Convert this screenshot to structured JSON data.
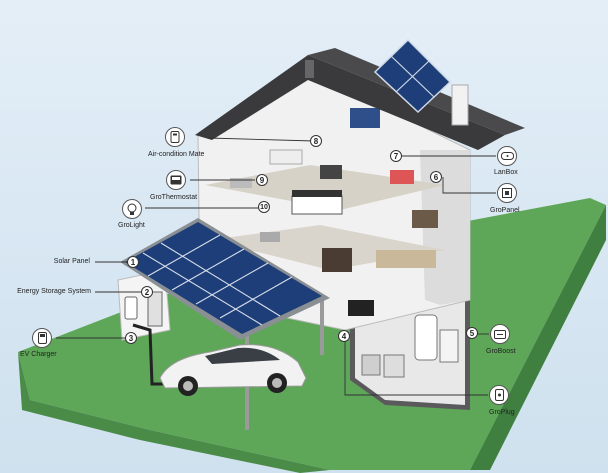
{
  "numbers": [
    "1",
    "2",
    "3",
    "4",
    "5",
    "6",
    "7",
    "8",
    "9",
    "10"
  ],
  "devices": {
    "solar_panel": "Solar Panel",
    "energy_storage": "Energy Storage System",
    "ev_charger": "EV Charger",
    "air_condition_mate": "Air-condition Mate",
    "gro_thermostat": "GroThermostat",
    "gro_light": "GroLight",
    "lan_box": "LanBox",
    "gro_panel": "GroPanel",
    "gro_boost": "GroBoost",
    "gro_plug": "GroPlug"
  },
  "icons": {
    "air_condition_mate": "ac-remote-icon",
    "gro_thermostat": "thermostat-icon",
    "gro_light": "light-bulb-icon",
    "lan_box": "router-icon",
    "gro_panel": "panel-icon",
    "gro_boost": "boost-icon",
    "gro_plug": "plug-icon",
    "ev_charger": "charger-icon"
  },
  "colors": {
    "lawn": "#5ea758",
    "roof": "#3a3a3c",
    "solar": "#1d3e78",
    "car": "#f2f2f2",
    "callout_line": "#333333"
  }
}
